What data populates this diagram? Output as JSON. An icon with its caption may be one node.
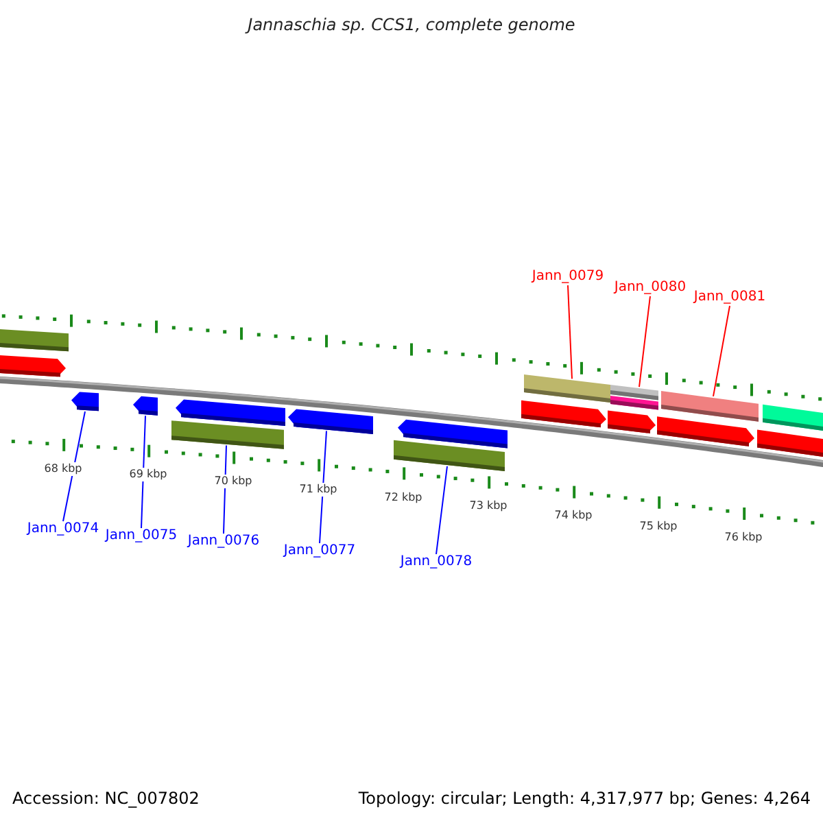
{
  "diagram": {
    "title": "Jannaschia sp. CCS1, complete genome",
    "nodes": [
      {
        "text": [
          "Jann_0079"
        ]
      },
      {
        "text": [
          "Jann_0080"
        ]
      },
      {
        "text": [
          "Jann_0081"
        ]
      },
      {
        "text": [
          "Jann_0074"
        ]
      },
      {
        "text": [
          "Jann_0075"
        ]
      },
      {
        "text": [
          "Jann_0076"
        ]
      },
      {
        "text": [
          "Jann_0077"
        ]
      },
      {
        "text": [
          "Jann_0078"
        ]
      },
      {
        "text": [],
        "shape": "bar"
      },
      {
        "text": [],
        "shape": "bar"
      },
      {
        "text": [],
        "shape": "bar"
      },
      {
        "text": [],
        "shape": "arrow"
      },
      {
        "text": [],
        "shape": "arrow"
      },
      {
        "text": [],
        "shape": "bar"
      },
      {
        "text": [],
        "shape": "arrow"
      },
      {
        "text": [],
        "shape": "bar"
      }
    ],
    "edges": [
      {
        "from": 0,
        "to": 8,
        "arrow": "none",
        "color": "#ff0000"
      },
      {
        "from": 1,
        "to": 9,
        "arrow": "none",
        "color": "#ff0000"
      },
      {
        "from": 2,
        "to": 10,
        "arrow": "none",
        "color": "#ff0000"
      },
      {
        "from": 3,
        "to": 11,
        "arrow": "none"
      },
      {
        "from": 4,
        "to": 12,
        "arrow": "none"
      },
      {
        "from": 5,
        "to": 13,
        "arrow": "none"
      },
      {
        "from": 6,
        "to": 14,
        "arrow": "none"
      },
      {
        "from": 7,
        "to": 15,
        "arrow": "none"
      }
    ],
    "labels": [
      "68 kbp",
      "69 kbp",
      "70 kbp",
      "71 kbp",
      "72 kbp",
      "73 kbp",
      "74 kbp",
      "75 kbp",
      "76 kbp",
      "Accession: NC_007802",
      "Topology: circular; Length: 4,317,977 bp; Genes: 4,264"
    ]
  }
}
